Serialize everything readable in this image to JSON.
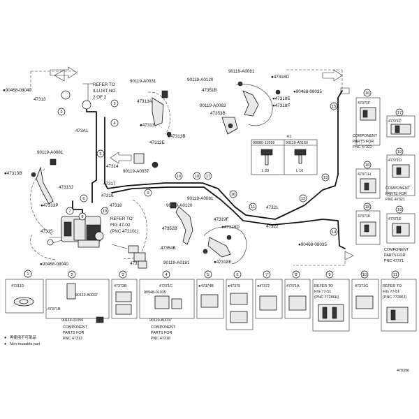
{
  "refer_texts": {
    "illust": [
      "REFER TO",
      "ILLUST NO.",
      "2 OF 2"
    ],
    "fig_47_02": [
      "REFER TO",
      "FIG 47-02",
      "(PNC 47210L)"
    ],
    "fig_77_51_a": [
      "REFER TO",
      "FIG 77-51",
      "(PNC 77286H)"
    ],
    "fig_77_51_b": [
      "REFER TO",
      "FIG 77-51",
      "(PNC 77286J)"
    ]
  },
  "component_texts": {
    "c47322": [
      "COMPONENT",
      "PARTS FOR",
      "PNC 47322"
    ],
    "c47321": [
      "COMPONENT",
      "PARTS FOR",
      "PNC 47321"
    ],
    "c47371": [
      "COMPONENT",
      "PARTS FOR",
      "PNC 47371"
    ],
    "c47313": [
      "COMPONENT",
      "PARTS FOR",
      "PNC 47313"
    ],
    "c47318": [
      "COMPONENT",
      "PARTS FOR",
      "PNC 47318"
    ]
  },
  "labels": [
    {
      "id": "l01",
      "text": "●90468-08040"
    },
    {
      "id": "l02",
      "text": "47313"
    },
    {
      "id": "l03",
      "text": "90119-A0031"
    },
    {
      "id": "l04",
      "text": "47313A"
    },
    {
      "id": "l05",
      "text": "●47313P"
    },
    {
      "id": "l06",
      "text": "●47313B"
    },
    {
      "id": "l07",
      "text": "47312E"
    },
    {
      "id": "l08",
      "text": "473A1"
    },
    {
      "id": "l09",
      "text": "90119-A0081"
    },
    {
      "id": "l10",
      "text": "●47313B"
    },
    {
      "id": "l11",
      "text": "47313J"
    },
    {
      "id": "l12",
      "text": "●47313P"
    },
    {
      "id": "l13",
      "text": "47314"
    },
    {
      "id": "l14",
      "text": "90119-A0037"
    },
    {
      "id": "l15",
      "text": "47317"
    },
    {
      "id": "l16",
      "text": "47316"
    },
    {
      "id": "l17",
      "text": "47318"
    },
    {
      "id": "l18",
      "text": "47315"
    },
    {
      "id": "l19",
      "text": "●90468-08040"
    },
    {
      "id": "l20",
      "text": "47311B"
    },
    {
      "id": "l21",
      "text": "90119-A0081"
    },
    {
      "id": "l22",
      "text": "90119-A0120"
    },
    {
      "id": "l23",
      "text": "●47318D"
    },
    {
      "id": "l24",
      "text": "47351B"
    },
    {
      "id": "l25",
      "text": "●47318E"
    },
    {
      "id": "l26",
      "text": "●47318F"
    },
    {
      "id": "l27",
      "text": "90119-A0083"
    },
    {
      "id": "l28",
      "text": "47353B"
    },
    {
      "id": "l29",
      "text": "●90468-08035"
    },
    {
      "id": "l30",
      "text": "90119-A0081"
    },
    {
      "id": "l31",
      "text": "90119-A0120"
    },
    {
      "id": "l32",
      "text": "47352B"
    },
    {
      "id": "l33",
      "text": "47319F"
    },
    {
      "id": "l34",
      "text": "●47318D"
    },
    {
      "id": "l35",
      "text": "47354B"
    },
    {
      "id": "l36",
      "text": "90119-A0181"
    },
    {
      "id": "l37",
      "text": "●47318E"
    },
    {
      "id": "l38",
      "text": "47321"
    },
    {
      "id": "l39",
      "text": "47322"
    },
    {
      "id": "l40",
      "text": "●90468-08035"
    },
    {
      "id": "l41",
      "text": "90119-A0037"
    },
    {
      "id": "l42",
      "text": "90119-01056"
    },
    {
      "id": "l43",
      "text": "47371B"
    },
    {
      "id": "l44",
      "text": "90948-01035"
    },
    {
      "id": "l45",
      "text": "90119-A0037"
    }
  ],
  "callouts": [
    "1",
    "2",
    "3",
    "4",
    "5",
    "6",
    "7",
    "8",
    "9",
    "10",
    "11",
    "12",
    "13",
    "14",
    "15",
    "16",
    "17",
    "18",
    "19"
  ],
  "screw_table": {
    "note": "※1",
    "headers": [
      "90080-11599",
      "90119-A0160"
    ],
    "values": [
      "L 20",
      "L 16"
    ]
  },
  "right_column": [
    {
      "num": "16",
      "pn": "47371F"
    },
    {
      "num": "17",
      "pn": "47371P"
    },
    {
      "num": "18",
      "pn": "47371H"
    },
    {
      "num": "19",
      "pn": "47371D"
    },
    {
      "num": "18",
      "pn": "47371K"
    },
    {
      "num": "19",
      "pn": "47371E"
    }
  ],
  "bottom_row": [
    {
      "num": "1",
      "pn": "47311D"
    },
    {
      "num": "2",
      "pn": ""
    },
    {
      "num": "3",
      "pn": "47373B"
    },
    {
      "num": "4",
      "pn": "47371C"
    },
    {
      "num": "5",
      "pn": "●47374B"
    },
    {
      "num": "6",
      "pn": "●47375"
    },
    {
      "num": "7",
      "pn": "●47372"
    },
    {
      "num": "8",
      "pn": "47371A"
    },
    {
      "num": "9",
      "pn": ""
    },
    {
      "num": "10",
      "pn": "47371G"
    },
    {
      "num": "11",
      "pn": ""
    }
  ],
  "legend": [
    {
      "symbol": "●",
      "jp": "再使用不可部品",
      "en": "Non-reusable part"
    }
  ],
  "footer_code": "478396"
}
